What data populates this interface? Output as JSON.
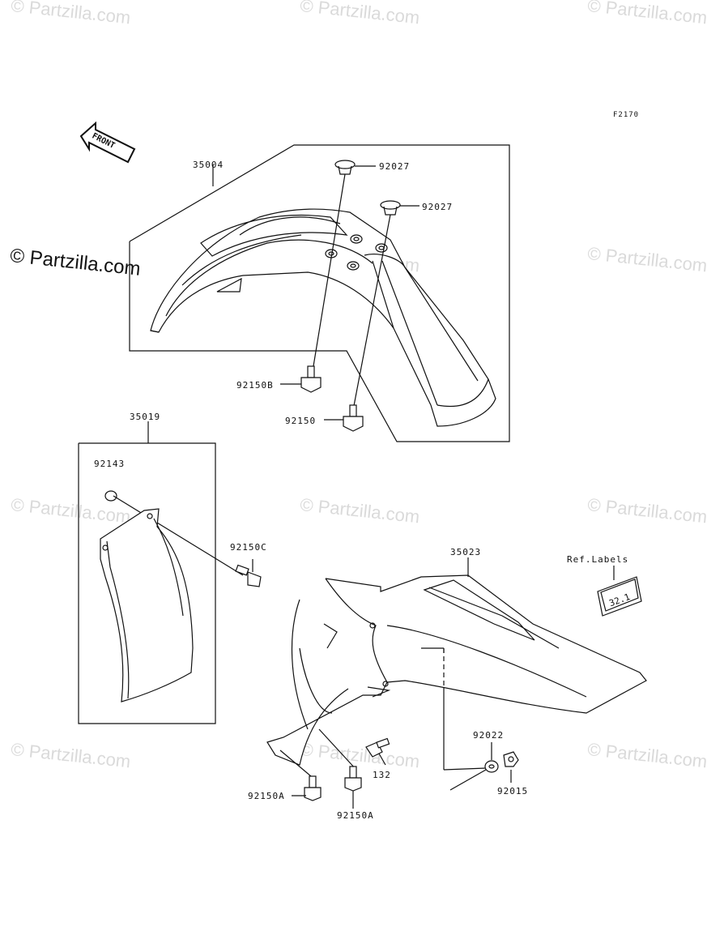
{
  "watermark": "© Partzilla.com",
  "figure_code": "F2170",
  "front_arrow_label": "FRONT",
  "ref_labels": "Ref.Labels",
  "parts": {
    "p35004": "35004",
    "p92027a": "92027",
    "p92027b": "92027",
    "p92150B": "92150B",
    "p92150": "92150",
    "p35019": "35019",
    "p92143": "92143",
    "p92150C": "92150C",
    "p35023": "35023",
    "p92022": "92022",
    "p92015": "92015",
    "p132": "132",
    "p92150A_1": "92150A",
    "p92150A_2": "92150A"
  }
}
